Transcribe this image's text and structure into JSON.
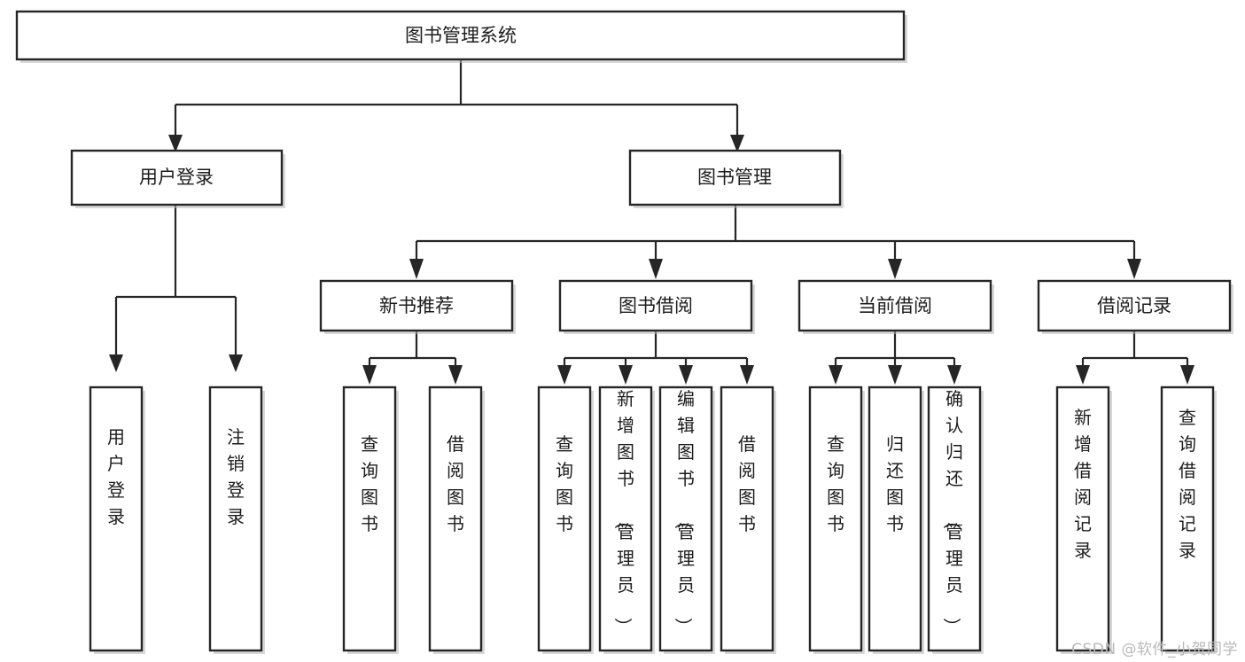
{
  "diagram": {
    "title": "图书管理系统",
    "watermark": "CSDN @软件_小贺同学",
    "colors": {
      "stroke": "#262626",
      "fill": "#ffffff",
      "text": "#1c1c1c",
      "shadow": "#b8b8b8",
      "watermark": "#b9b9b9",
      "background": "#ffffff"
    },
    "root": {
      "label": "图书管理系统"
    },
    "level2": [
      {
        "label": "用户登录"
      },
      {
        "label": "图书管理"
      }
    ],
    "level3": [
      {
        "label": "新书推荐"
      },
      {
        "label": "图书借阅"
      },
      {
        "label": "当前借阅"
      },
      {
        "label": "借阅记录"
      }
    ],
    "leaves": {
      "user_login": [
        {
          "label": "用户登录"
        },
        {
          "label": "注销登录"
        }
      ],
      "new_book_recommend": [
        {
          "label": "查询图书"
        },
        {
          "label": "借阅图书"
        }
      ],
      "book_borrow": [
        {
          "label": "查询图书"
        },
        {
          "label": "新增图书（管理员）"
        },
        {
          "label": "编辑图书（管理员）"
        },
        {
          "label": "借阅图书"
        }
      ],
      "current_borrow": [
        {
          "label": "查询图书"
        },
        {
          "label": "归还图书"
        },
        {
          "label": "确认归还（管理员）"
        }
      ],
      "borrow_record": [
        {
          "label": "新增借阅记录"
        },
        {
          "label": "查询借阅记录"
        }
      ]
    }
  }
}
